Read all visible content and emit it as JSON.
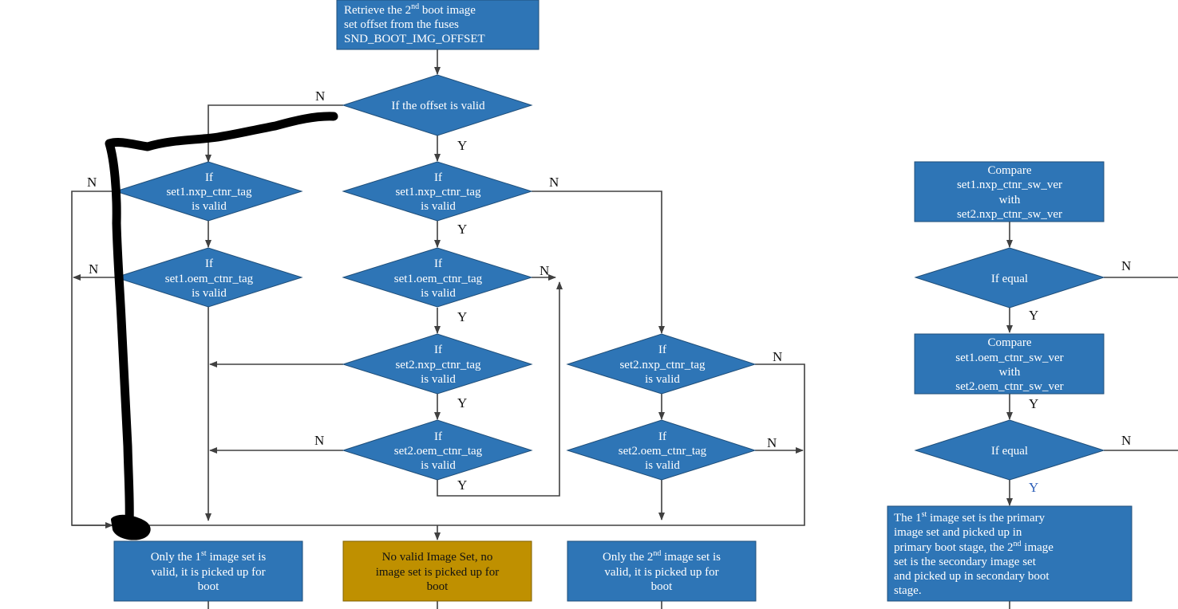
{
  "colors": {
    "node_fill": "#2e75b6",
    "node_stroke": "#1f4e79",
    "highlight_fill": "#bf9000",
    "edge": "#404040",
    "ink": "#000000"
  },
  "nodes": {
    "retrieve": {
      "l1a": "Retrieve the 2",
      "l1sup": "nd",
      "l1b": " boot image",
      "l2": "set offset from the fuses",
      "l3": "SND_BOOT_IMG_OFFSET"
    },
    "offset_valid": {
      "l1": "If the offset is valid"
    },
    "a1": {
      "l1": "If",
      "l2": "set1.nxp_ctnr_tag",
      "l3": "is valid"
    },
    "a2": {
      "l1": "If",
      "l2": "set1.oem_ctnr_tag",
      "l3": "is valid"
    },
    "b1": {
      "l1": "If",
      "l2": "set1.nxp_ctnr_tag",
      "l3": "is valid"
    },
    "b2": {
      "l1": "If",
      "l2": "set1.oem_ctnr_tag",
      "l3": "is valid"
    },
    "b3": {
      "l1": "If",
      "l2": "set2.nxp_ctnr_tag",
      "l3": "is valid"
    },
    "b4": {
      "l1": "If",
      "l2": "set2.oem_ctnr_tag",
      "l3": "is valid"
    },
    "c1": {
      "l1": "If",
      "l2": "set2.nxp_ctnr_tag",
      "l3": "is valid"
    },
    "c2": {
      "l1": "If",
      "l2": "set2.oem_ctnr_tag",
      "l3": "is valid"
    },
    "cmp1": {
      "l1": "Compare",
      "l2": "set1.nxp_ctnr_sw_ver",
      "l3": "with",
      "l4": "set2.nxp_ctnr_sw_ver"
    },
    "eq1": {
      "l1": "If equal"
    },
    "cmp2": {
      "l1": "Compare",
      "l2": "set1.oem_ctnr_sw_ver",
      "l3": "with",
      "l4": "set2.oem_ctnr_sw_ver"
    },
    "eq2": {
      "l1": "If equal"
    },
    "only1": {
      "l1a": "Only the 1",
      "l1sup": "st",
      "l1b": " image set is",
      "l2": "valid, it is picked up for",
      "l3": "boot"
    },
    "novalid": {
      "l1": "No valid Image Set, no",
      "l2": "image set is picked up for",
      "l3": "boot"
    },
    "only2": {
      "l1a": "Only the 2",
      "l1sup": "nd",
      "l1b": " image set is",
      "l2": "valid, it is picked up for",
      "l3": "boot"
    },
    "primary": {
      "l1a": "The 1",
      "l1sup": "st",
      "l1b": " image set is the primary",
      "l2": "image set and picked up in",
      "l3a": "primary boot stage, the 2",
      "l3sup": "nd",
      "l3b": " image",
      "l4": "set is the secondary image set",
      "l5": "and picked up in secondary boot",
      "l6": "stage."
    }
  },
  "edge_labels": {
    "yes": "Y",
    "no": "N"
  }
}
